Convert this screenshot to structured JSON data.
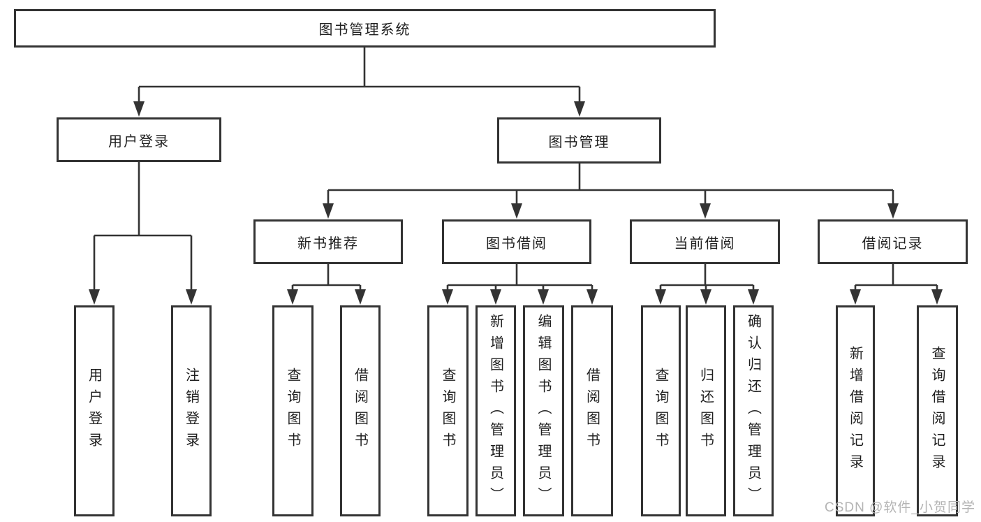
{
  "diagram": {
    "root": {
      "label": "图书管理系统"
    },
    "level1": [
      {
        "label": "用户登录"
      },
      {
        "label": "图书管理"
      }
    ],
    "level2": [
      {
        "label": "新书推荐"
      },
      {
        "label": "图书借阅"
      },
      {
        "label": "当前借阅"
      },
      {
        "label": "借阅记录"
      }
    ],
    "leaves": {
      "user_login": {
        "label": "用户登录"
      },
      "logout": {
        "label": "注销登录"
      },
      "query_book_1": {
        "label": "查询图书"
      },
      "borrow_book_1": {
        "label": "借阅图书"
      },
      "query_book_2": {
        "label": "查询图书"
      },
      "add_book": {
        "label": "新增图书（管理员）"
      },
      "edit_book": {
        "label": "编辑图书（管理员）"
      },
      "borrow_book_2": {
        "label": "借阅图书"
      },
      "query_book_3": {
        "label": "查询图书"
      },
      "return_book": {
        "label": "归还图书"
      },
      "confirm_return": {
        "label": "确认归还（管理员）"
      },
      "add_record": {
        "label": "新增借阅记录"
      },
      "query_record": {
        "label": "查询借阅记录"
      }
    }
  },
  "watermark": {
    "text": "CSDN @软件_小贺同学"
  },
  "colors": {
    "line": "#333333",
    "text": "#1f1f1f",
    "box_bg": "#ffffff",
    "watermark": "#b4b4b4"
  }
}
